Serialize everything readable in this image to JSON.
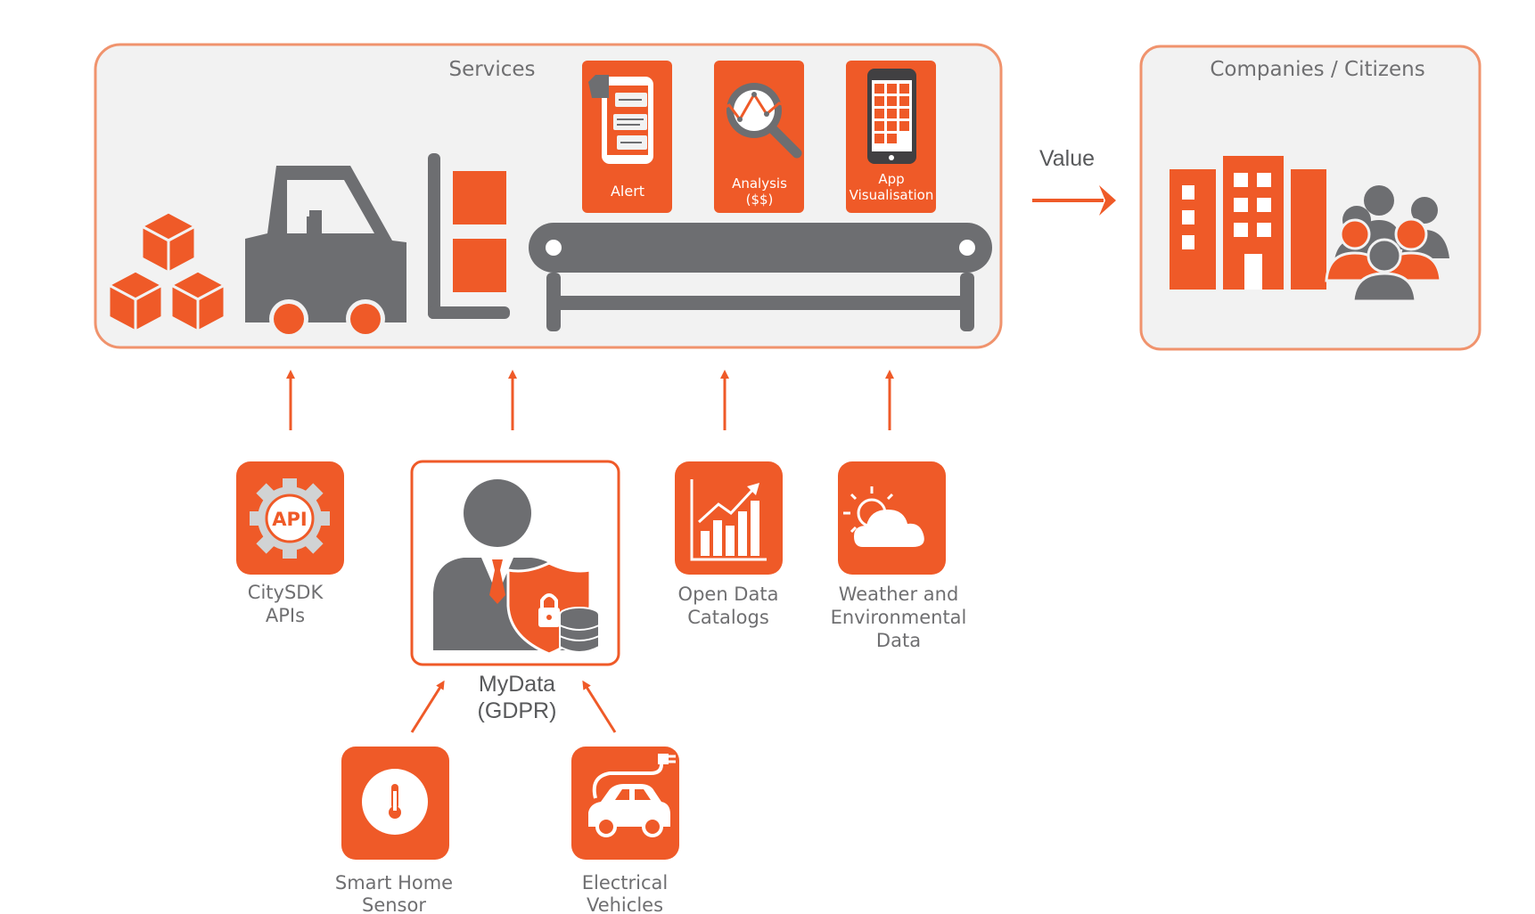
{
  "colors": {
    "orange": "#ef5a28",
    "gray": "#6d6e71",
    "panel_fill": "#f2f2f2",
    "panel_border": "#f0936d",
    "text": "#6f6f71"
  },
  "services": {
    "title": "Services",
    "cards": [
      {
        "id": "alert",
        "label_lines": [
          "Alert"
        ],
        "icon": "phone-chat-icon"
      },
      {
        "id": "analysis",
        "label_lines": [
          "Analysis",
          "($$)"
        ],
        "icon": "magnifier-chart-icon"
      },
      {
        "id": "app",
        "label_lines": [
          "App",
          "Visualisation"
        ],
        "icon": "phone-grid-icon"
      }
    ]
  },
  "value_label": "Value",
  "companies": {
    "title": "Companies / Citizens"
  },
  "sources": [
    {
      "id": "citysdk",
      "label_lines": [
        "CitySDK",
        "APIs"
      ],
      "icon": "api-gear-icon",
      "badge": "API"
    },
    {
      "id": "opendata",
      "label_lines": [
        "Open Data",
        "Catalogs"
      ],
      "icon": "growth-chart-icon"
    },
    {
      "id": "weather",
      "label_lines": [
        "Weather and",
        "Environmental",
        "Data"
      ],
      "icon": "sun-cloud-icon"
    },
    {
      "id": "smarthome",
      "label_lines": [
        "Smart Home",
        "Sensor"
      ],
      "icon": "thermometer-icon"
    },
    {
      "id": "ev",
      "label_lines": [
        "Electrical",
        "Vehicles"
      ],
      "icon": "electric-car-icon"
    }
  ],
  "mydata": {
    "label_lines": [
      "MyData",
      "(GDPR)"
    ],
    "icon": "user-shield-database-icon"
  }
}
